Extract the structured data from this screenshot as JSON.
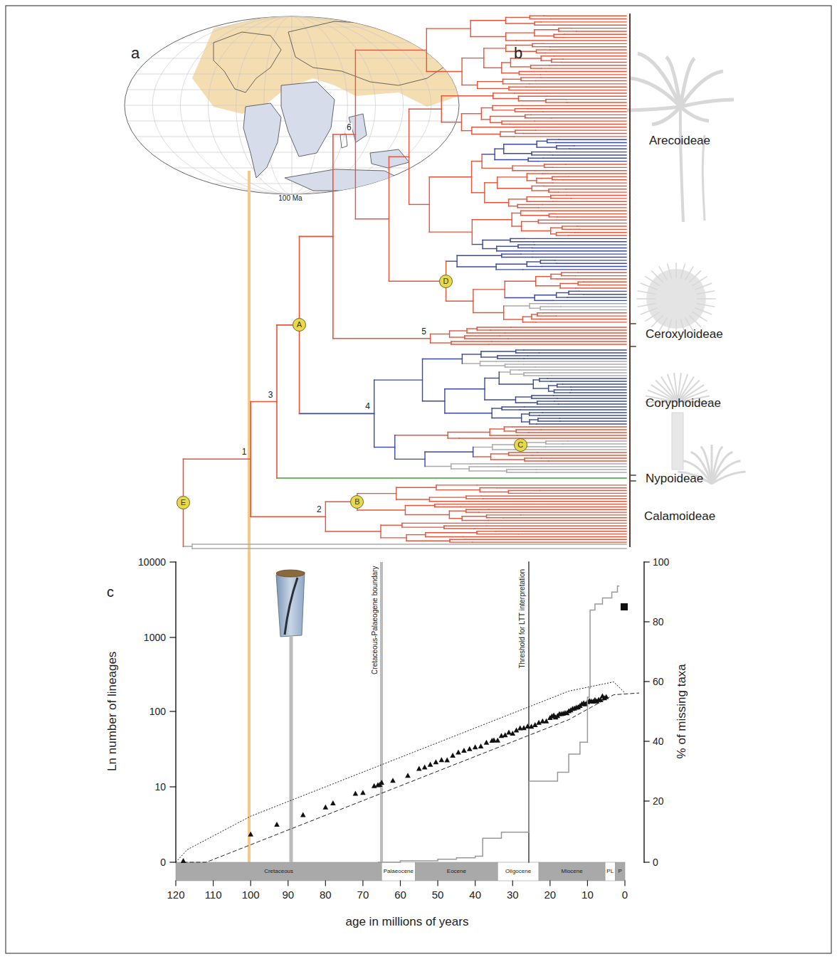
{
  "diagram": {
    "nodes": [
      {
        "text": [
          "D"
        ]
      },
      {
        "text": [
          "A"
        ]
      },
      {
        "text": [
          "C"
        ]
      },
      {
        "text": [
          "B"
        ]
      },
      {
        "text": [
          "E"
        ]
      }
    ],
    "labels": [
      "a",
      "100 Ma",
      "b",
      "Arecoideae",
      "Ceroxyloideae",
      "Coryphoideae",
      "Nypoideae",
      "Calamoideae",
      "6",
      "5",
      "3",
      "4",
      "1",
      "2",
      "c",
      "Cretaceous-Palaeogene boundary",
      "Threshold for LTT interpretation",
      "Ln number of lineages",
      "10000",
      "1000",
      "100",
      "10",
      "0",
      "% of missing taxa",
      "100",
      "80",
      "60",
      "40",
      "20",
      "0",
      "Cretaceous",
      "Palaeocene",
      "Eocene",
      "Oligocene",
      "Miocene",
      "PL",
      "P",
      "120",
      "110",
      "100",
      "90",
      "80",
      "70",
      "60",
      "50",
      "40",
      "30",
      "20",
      "10",
      "0",
      "age in millions of years"
    ]
  }
}
